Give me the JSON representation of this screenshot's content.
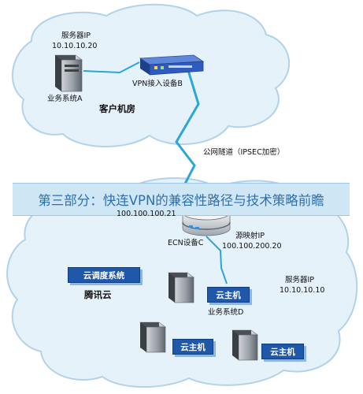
{
  "banner": "第三部分：快连VPN的兼容性路径与技术策略前瞻",
  "customer_site": {
    "server_ip_label": "服务器IP",
    "server_ip": "10.10.10.20",
    "business_system": "业务系统A",
    "vpn_device": "VPN接入设备B",
    "room_name": "客户机房"
  },
  "tunnel_label": "公网隧道（IPSEC加密）",
  "tencent_cloud": {
    "ecn_ip": "100.100.100.21",
    "ecn_device": "ECN设备C",
    "source_map_label": "源映射IP",
    "source_map_ip": "100.100.200.20",
    "dispatch_system": "云调度系统",
    "cloud_name": "腾讯云",
    "server_ip_label": "服务器IP",
    "server_ip": "10.10.10.10",
    "business_system": "业务系统D",
    "cloud_host": "云主机"
  },
  "colors": {
    "cloud_fill": "#e6f2fa",
    "cloud_stroke": "#b2d2e8",
    "tag_fill": "#1f58a8",
    "banner_fill": "#cfe6f5",
    "banner_text": "#2f6fb0",
    "connector": "#2aa6d8"
  }
}
